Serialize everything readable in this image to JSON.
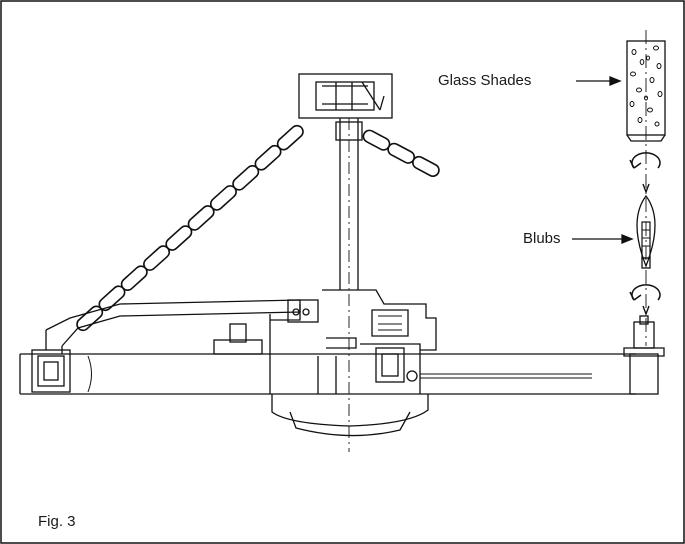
{
  "labels": {
    "glass_shades": "Glass Shades",
    "bulbs": "Blubs",
    "figure": "Fig. 3"
  }
}
